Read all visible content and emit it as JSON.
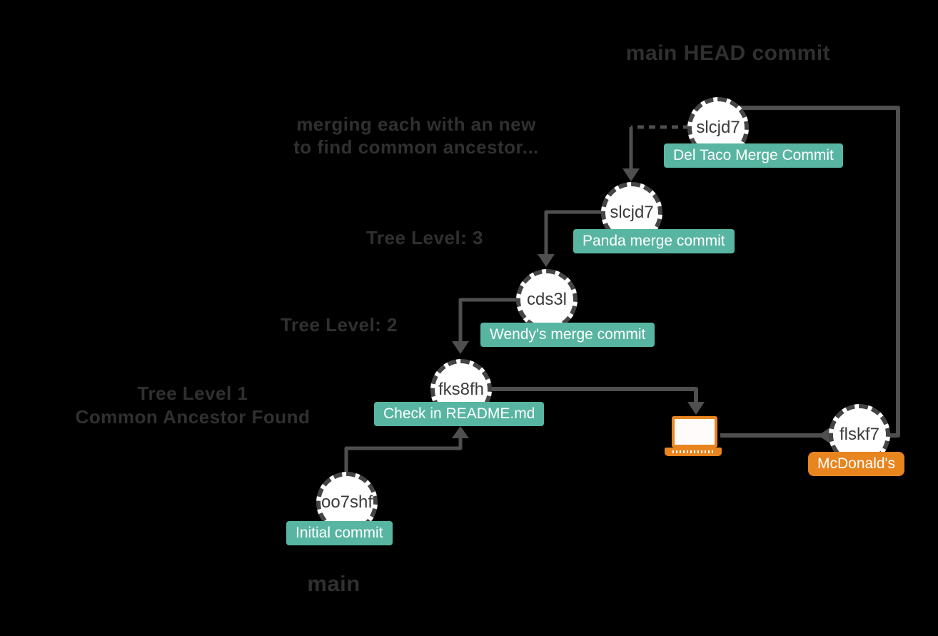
{
  "colors": {
    "background": "#000000",
    "edge": "#4f4f4f",
    "node_fill": "#ffffff",
    "node_ring": "#454545",
    "node_text": "#3b3b3b",
    "teal_label": "#58b5a1",
    "orange_label": "#e8851f",
    "muted_caption_text": "#303030",
    "label_text": "#ffffff"
  },
  "captions": {
    "head": "main HEAD commit",
    "merge_note_line1": "merging each with an new",
    "merge_note_line2": "to find common ancestor...",
    "level3": "Tree Level: 3",
    "level2": "Tree Level: 2",
    "level1_line1": "Tree Level 1",
    "level1_line2": "Common Ancestor Found",
    "branch": "main"
  },
  "nodes": [
    {
      "hash": "slcjd7",
      "message": "Del Taco Merge Commit",
      "label_style": "teal"
    },
    {
      "hash": "slcjd7",
      "message": "Panda merge commit",
      "label_style": "teal"
    },
    {
      "hash": "cds3l",
      "message": "Wendy's merge commit",
      "label_style": "teal"
    },
    {
      "hash": "fks8fh",
      "message": "Check in README.md",
      "label_style": "teal"
    },
    {
      "hash": "oo7shf",
      "message": "Initial commit",
      "label_style": "teal"
    },
    {
      "hash": "flskf7",
      "message": "McDonald's",
      "label_style": "orange"
    }
  ],
  "icons": [
    {
      "name": "laptop-icon",
      "meaning": "working directory / local machine",
      "color": "#e8851f"
    }
  ]
}
